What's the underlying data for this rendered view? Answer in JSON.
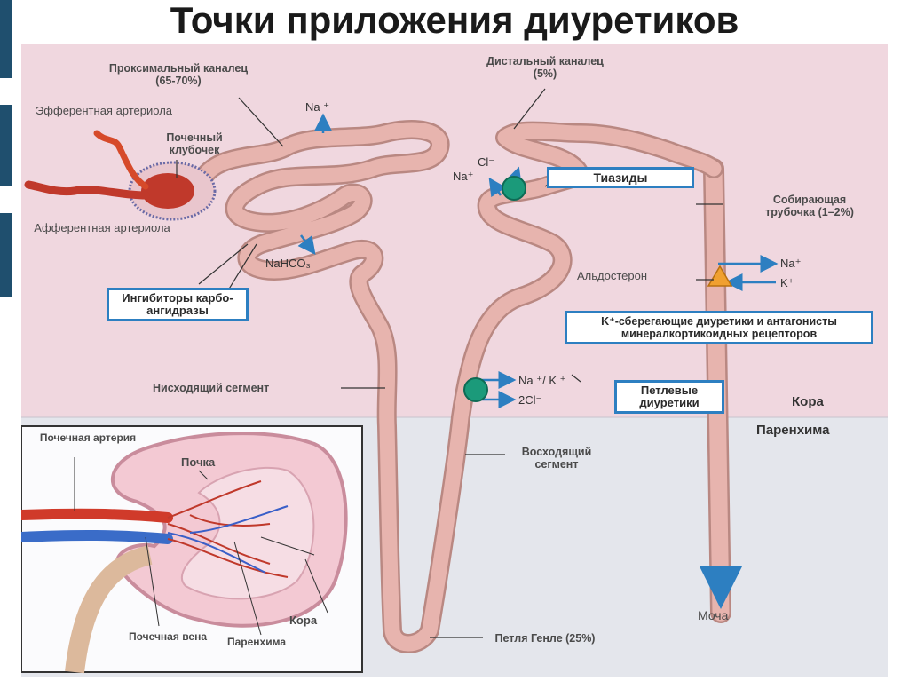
{
  "title": "Точки приложения диуретиков",
  "labels": {
    "proximal": "Проксимальный каналец (65-70%)",
    "distal": "Дистальный каналец (5%)",
    "efferent": "Эфферентная артериола",
    "glomerulus": "Почечный клубочек",
    "afferent": "Афферентная артериола",
    "collecting": "Собирающая трубочка (1–2%)",
    "aldosterone": "Альдостерон",
    "descending": "Нисходящий сегмент",
    "ascending": "Восходящий сегмент",
    "cortex": "Кора",
    "parenchyma": "Паренхима",
    "urine": "Моча",
    "loop_henle": "Петля Генле (25%)"
  },
  "drugs": {
    "thiazides": "Тиазиды",
    "carbonic": "Ингибиторы карбо- ангидразы",
    "k_sparing": "K⁺-сберегающие диуретики и антагонисты минералкортикоидных рецепторов",
    "loop": "Петлевые диуретики"
  },
  "ions": {
    "na_top": "Na ⁺",
    "nahco3": "NaHCO₃",
    "cl": "Cl⁻",
    "na_dist": "Na⁺",
    "na_collect": "Na⁺",
    "k_collect": "K⁺",
    "na_k": "Na ⁺/ K ⁺",
    "two_cl": "2Cl⁻"
  },
  "inset": {
    "renal_artery": "Почечная артерия",
    "kidney": "Почка",
    "cortex": "Кора",
    "renal_vein": "Почечная вена",
    "parenchyma": "Паренхима"
  },
  "colors": {
    "tubule": "#e7b4ae",
    "tubule_edge": "#b98882",
    "drug_border": "#2d7fc1",
    "arrow": "#2d7fc1",
    "cortex_bg": "#f0d7df",
    "medulla_bg": "#e4e6ec"
  }
}
